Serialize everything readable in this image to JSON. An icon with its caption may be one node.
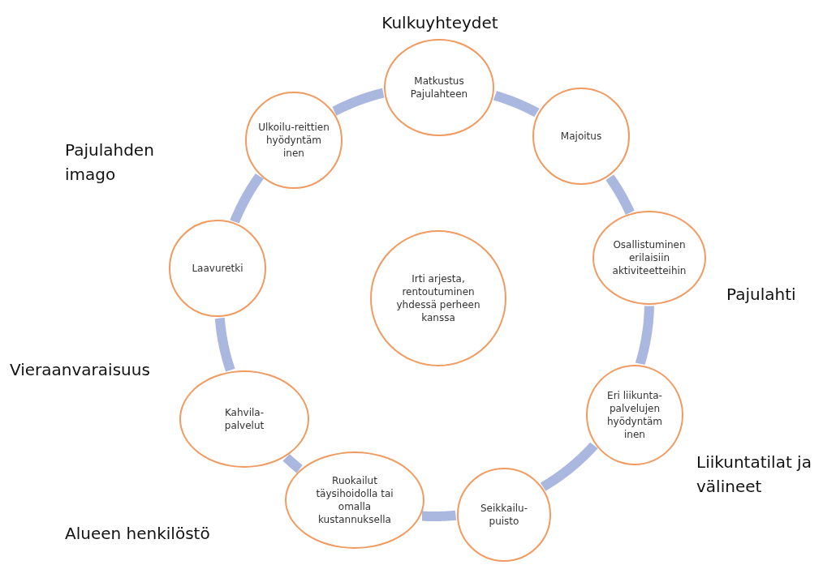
{
  "diagram": {
    "nodes": [
      {
        "text": [
          "Matkustus Pajulahteen"
        ]
      },
      {
        "text": [
          "Majoitus"
        ]
      },
      {
        "text": [
          "Osallistuminen erilaisiin aktiviteetteihin"
        ]
      },
      {
        "text": [
          "Eri liikunta-palvelujen hyödyntäm inen"
        ]
      },
      {
        "text": [
          "Seikkailu-puisto"
        ]
      },
      {
        "text": [
          "Ruokailut täysihoidolla tai omalla kustannuksella"
        ]
      },
      {
        "text": [
          "Kahvila-palvelut"
        ]
      },
      {
        "text": [
          "Laavuretki"
        ]
      },
      {
        "text": [
          "Ulkoilu-reittien hyödyntäm inen"
        ]
      },
      {
        "text": [
          "Irti arjesta, rentoutuminen yhdessä perheen kanssa"
        ]
      }
    ],
    "edges": [
      {
        "from": 0,
        "to": 1,
        "arrow": "none"
      },
      {
        "from": 1,
        "to": 2,
        "arrow": "none"
      },
      {
        "from": 2,
        "to": 3,
        "arrow": "none"
      },
      {
        "from": 3,
        "to": 4,
        "arrow": "none"
      },
      {
        "from": 4,
        "to": 5,
        "arrow": "none"
      },
      {
        "from": 5,
        "to": 6,
        "arrow": "none"
      },
      {
        "from": 6,
        "to": 7,
        "arrow": "none"
      },
      {
        "from": 7,
        "to": 8,
        "arrow": "none"
      },
      {
        "from": 8,
        "to": 0,
        "arrow": "none"
      }
    ],
    "labels": [
      "Kulkuyhteydet",
      "Pajulahden imago",
      "Pajulahti",
      "Vieraanvaraisuus",
      "Liikuntatilat ja välineet",
      "Alueen henkilöstö"
    ]
  }
}
